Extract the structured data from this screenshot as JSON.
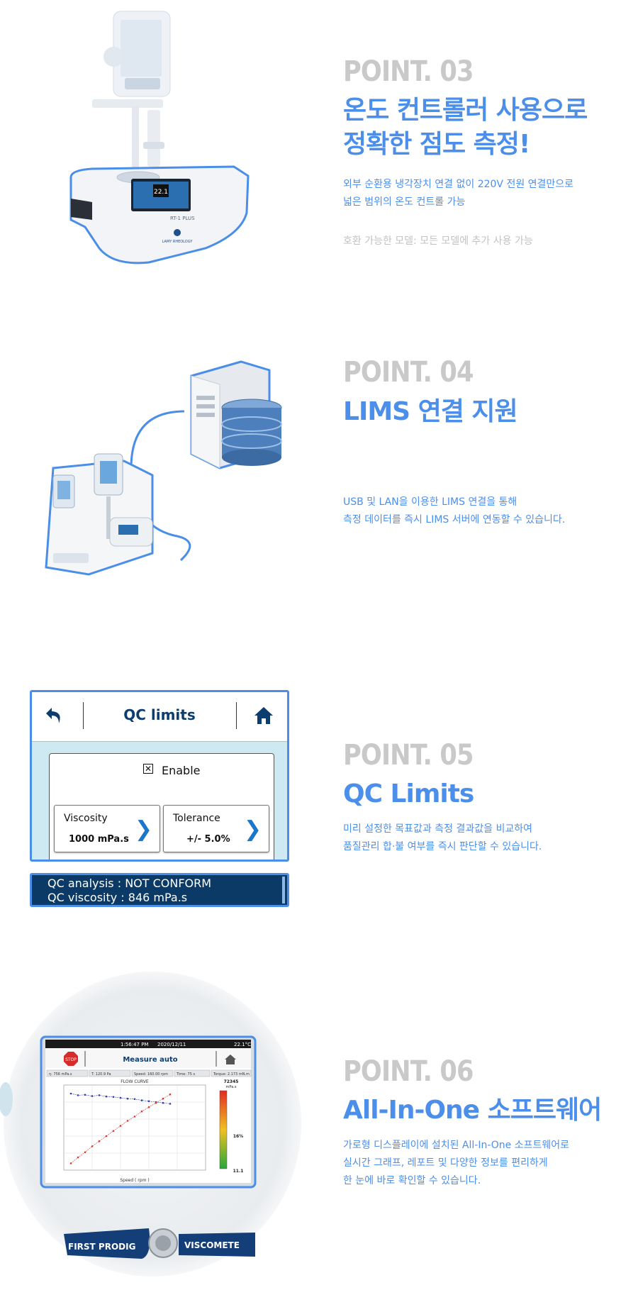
{
  "colors": {
    "accent": "#4c8fea",
    "point_gray": "#c9c9c9",
    "navy": "#0c3a66"
  },
  "points": [
    {
      "label": "POINT. 03",
      "title_lines": [
        "온도 컨트롤러 사용으로",
        "정확한 점도 측정!"
      ],
      "desc_lines": [
        "외부 순환용 냉각장치 연결 없이 220V 전원 연결만으로",
        "넓은 범위의 온도 컨트롤 가능"
      ],
      "note": "호환 가능한 모델: 모든 모델에 추가 사용 가능",
      "device_screen": "22.1",
      "device_label": "RT-1 PLUS",
      "brand": "LAMY RHEOLOGY"
    },
    {
      "label": "POINT. 04",
      "title_lines": [
        "LIMS 연결 지원"
      ],
      "desc_lines": [
        "USB 및 LAN을 이용한 LIMS 연결을 통해",
        "측정 데이터를 즉시 LIMS 서버에 연동할 수 있습니다."
      ]
    },
    {
      "label": "POINT. 05",
      "title_lines": [
        "QC Limits"
      ],
      "desc_lines": [
        "미리 설정한 목표값과 측정 결과값을 비교하여",
        "품질관리 합·불 여부를 즉시 판단할 수 있습니다."
      ]
    },
    {
      "label": "POINT. 06",
      "title_lines": [
        "All-In-One 소프트웨어"
      ],
      "desc_lines": [
        "가로형 디스플레이에 설치된 All-In-One 소프트웨어로",
        "실시간 그래프, 레포트 및 다양한 정보를 편리하게",
        "한 눈에 바로 확인할 수 있습니다."
      ]
    }
  ],
  "qc": {
    "title": "QC limits",
    "enable_label": "Enable",
    "checkbox_mark": "✕",
    "viscosity": {
      "label": "Viscosity",
      "value": "1000 mPa.s"
    },
    "tolerance": {
      "label": "Tolerance",
      "value": "+/- 5.0%"
    },
    "status_line1": "QC analysis : NOT CONFORM",
    "status_line2": "QC viscosity : 846 mPa.s"
  },
  "software": {
    "time": "1:56:47 PM",
    "date": "2020/12/11",
    "temp": "22.1°C",
    "stop": "STOP",
    "title": "Measure auto",
    "chips": [
      "η: 756 mPa.s",
      "T: 120.9 Pa",
      "Speed: 160.00 rpm",
      "Time: 75 s",
      "Torque: 2.173 mN.m"
    ],
    "chart_title": "FLOW CURVE",
    "gauge_value": "72345",
    "gauge_unit": "mPa.s",
    "gauge_pct": "16%",
    "gauge_bottom": "11.1",
    "xlabel": "Speed ( rpm )",
    "footer_left": "FIRST PRODIG",
    "footer_right": "VISCOMETE"
  },
  "chart_data": {
    "type": "scatter",
    "title": "FLOW CURVE",
    "xlabel": "Speed ( rpm )",
    "ylim": [
      0,
      1000
    ],
    "xlim": [
      0,
      200
    ],
    "series": [
      {
        "x": [
          10,
          20,
          30,
          40,
          50,
          60,
          70,
          80,
          90,
          100,
          110,
          120,
          130,
          140,
          150
        ],
        "y": [
          900,
          880,
          885,
          870,
          880,
          865,
          860,
          850,
          840,
          835,
          820,
          810,
          800,
          790,
          780
        ]
      },
      {
        "x": [
          10,
          20,
          30,
          40,
          50,
          60,
          70,
          80,
          90,
          100,
          110,
          120,
          130,
          140,
          150
        ],
        "y": [
          80,
          150,
          210,
          280,
          340,
          400,
          460,
          520,
          580,
          630,
          690,
          740,
          790,
          840,
          890
        ]
      }
    ]
  }
}
